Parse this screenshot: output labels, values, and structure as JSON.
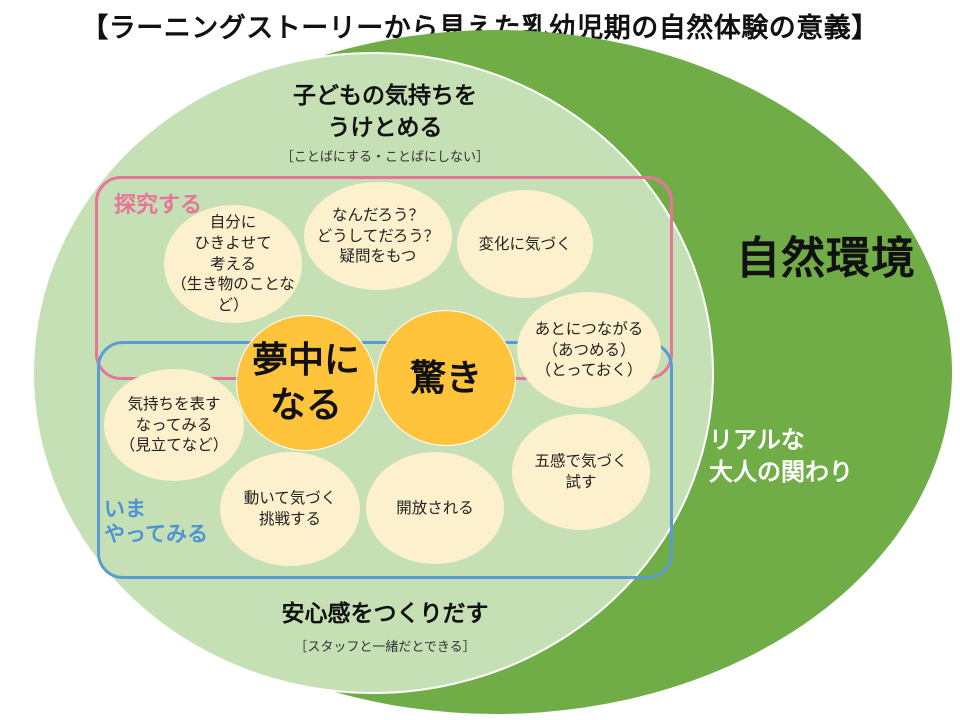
{
  "title": "【ラーニングストーリーから見えた乳幼児期の自然体験の意義】",
  "nature_environment": "自然環境",
  "real_adults": "リアルな\n大人の関わり",
  "top": {
    "heading": "子どもの気持ちを\nうけとめる",
    "note": "［ことばにする・ことばにしない］"
  },
  "bottom": {
    "heading": "安心感をつくりだす",
    "note": "［スタッフと一緒だとできる］"
  },
  "explore_label": "探究する",
  "try_label": "いま\nやってみる",
  "core": {
    "immersed": "夢中に\nなる",
    "wonder": "驚き"
  },
  "bubbles": {
    "relate": "自分に\nひきよせて\n考える\n（生き物のことなど）",
    "question": "なんだろう？\nどうしてだろう？\n疑問をもつ",
    "notice_change": "変化に気づく",
    "connect": "あとにつながる\n（あつめる）\n（とっておく）",
    "express": "気持ちを表す\nなってみる\n（見立てなど）",
    "move": "動いて気づく\n挑戦する",
    "release": "開放される",
    "senses": "五感で気づく\n試す"
  }
}
